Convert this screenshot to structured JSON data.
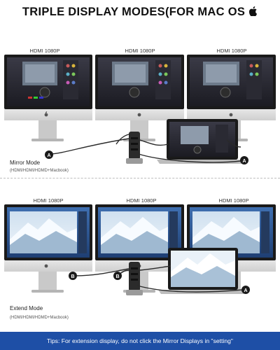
{
  "title": "TRIPLE DISPLAY MODES(FOR MAC OS",
  "apple_icon": "apple-logo-icon",
  "mirror": {
    "monitor_labels": [
      "HDMI 1080P",
      "HDMI 1080P",
      "HDMI 1080P"
    ],
    "mode_name": "Mirror Mode",
    "mode_sub": "(HDMI/HDMI/HDMD+Macbook)",
    "cable_badges": [
      "A",
      "A"
    ]
  },
  "extend": {
    "monitor_labels": [
      "HDMI 1080P",
      "HDMI 1080P",
      "HDMI 1080P"
    ],
    "mode_name": "Extend Mode",
    "mode_sub": "(HDMI/HDMI/HDMD+Macbook)",
    "cable_badges": [
      "B",
      "B",
      "A"
    ]
  },
  "tips": "Tips: For extension display, do not click the Mirror Displays in \"setting\"",
  "colors": {
    "tips_bg": "#1e4fa6",
    "monitor_bezel": "#1a1a1a",
    "stand": "#c9c9c9",
    "cable": "#2a2a2a"
  }
}
